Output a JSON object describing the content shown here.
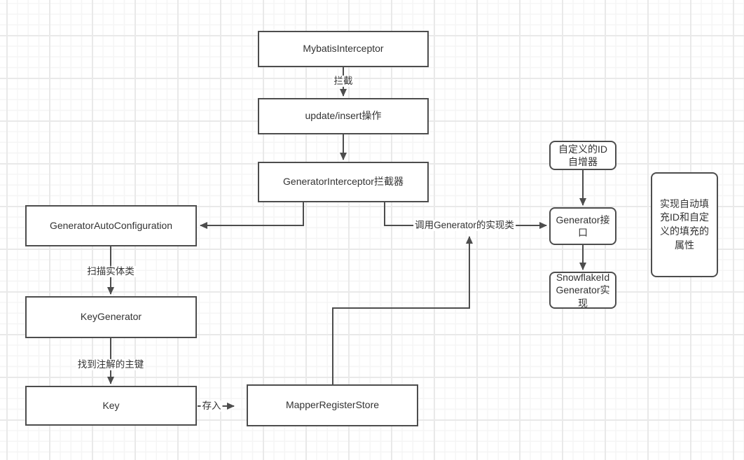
{
  "canvas": {
    "background_color": "#ffffff",
    "grid_minor_color": "#f5f5f5",
    "grid_major_color": "#e9e9e9",
    "stroke_color": "#4d4d4d",
    "text_color": "#333333"
  },
  "nodes": {
    "mybatis_interceptor": {
      "label": "MybatisInterceptor",
      "shape": "rect"
    },
    "update_insert": {
      "label": "update/insert操作",
      "shape": "rect"
    },
    "generator_interceptor": {
      "label": "GeneratorInterceptor拦截器",
      "shape": "rect"
    },
    "generator_auto_configuration": {
      "label": "GeneratorAutoConfiguration",
      "shape": "rect"
    },
    "key_generator": {
      "label": "KeyGenerator",
      "shape": "rect"
    },
    "key": {
      "label": "Key",
      "shape": "rect"
    },
    "mapper_register_store": {
      "label": "MapperRegisterStore",
      "shape": "rect"
    },
    "custom_id_incrementer": {
      "label": "自定义的ID\n自增器",
      "shape": "rounded"
    },
    "generator_interface": {
      "label": "Generator接\n口",
      "shape": "rounded"
    },
    "snowflake_id_generator": {
      "label": "SnowflakeId\nGenerator实\n现",
      "shape": "rounded"
    },
    "auto_fill_note": {
      "label": "实现自动填\n充ID和自定\n义的填充的\n属性",
      "shape": "rounded"
    }
  },
  "edges": {
    "intercept": {
      "label": "拦截",
      "from": "mybatis_interceptor",
      "to": "update_insert"
    },
    "update_to_interceptor": {
      "label": "",
      "from": "update_insert",
      "to": "generator_interceptor"
    },
    "interceptor_to_autoconfig": {
      "label": "",
      "from": "generator_interceptor",
      "to": "generator_auto_configuration"
    },
    "call_generator_impl": {
      "label": "调用Generator的实现类",
      "from": "generator_interceptor",
      "to": "generator_interface"
    },
    "store_to_call_line": {
      "label": "",
      "from": "mapper_register_store",
      "to": "call_generator_impl"
    },
    "scan_entity": {
      "label": "扫描实体类",
      "from": "generator_auto_configuration",
      "to": "key_generator"
    },
    "find_annotated_key": {
      "label": "找到注解的主键",
      "from": "key_generator",
      "to": "key"
    },
    "store_in": {
      "label": "存入",
      "from": "key",
      "to": "mapper_register_store"
    },
    "incrementer_to_interface": {
      "label": "",
      "from": "custom_id_incrementer",
      "to": "generator_interface"
    },
    "interface_to_snowflake": {
      "label": "",
      "from": "generator_interface",
      "to": "snowflake_id_generator"
    }
  }
}
